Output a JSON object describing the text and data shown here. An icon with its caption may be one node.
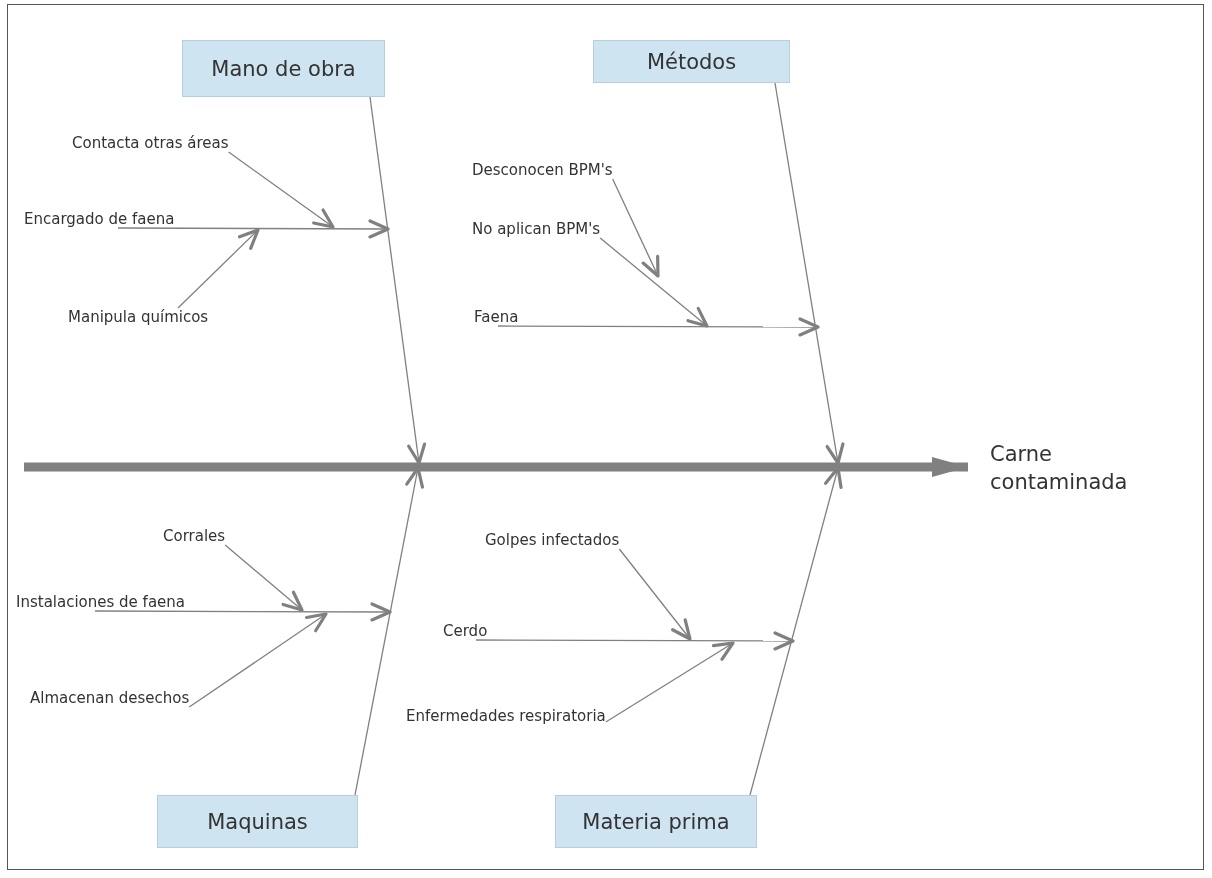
{
  "diagram": {
    "nodes": [
      {
        "text": [
          "Carne contaminada"
        ]
      },
      {
        "text": [
          "Mano de obra"
        ]
      },
      {
        "text": [
          "Métodos"
        ]
      },
      {
        "text": [
          "Maquinas"
        ]
      },
      {
        "text": [
          "Materia prima"
        ]
      },
      {
        "text": [
          "Contacta otras áreas"
        ]
      },
      {
        "text": [
          "Encargado de faena"
        ]
      },
      {
        "text": [
          "Manipula químicos"
        ]
      },
      {
        "text": [
          "Desconocen BPM's"
        ]
      },
      {
        "text": [
          "No aplican BPM's"
        ]
      },
      {
        "text": [
          "Faena"
        ]
      },
      {
        "text": [
          "Corrales"
        ]
      },
      {
        "text": [
          "Instalaciones de faena"
        ]
      },
      {
        "text": [
          "Almacenan desechos"
        ]
      },
      {
        "text": [
          "Golpes infectados"
        ]
      },
      {
        "text": [
          "Cerdo"
        ]
      },
      {
        "text": [
          "Enfermedades respiratoria"
        ]
      }
    ],
    "edges": [
      {
        "from": null,
        "to": 0,
        "arrow": "to",
        "style": "thick"
      },
      {
        "from": 1,
        "to": null,
        "arrow": "to"
      },
      {
        "from": 2,
        "to": null,
        "arrow": "to"
      },
      {
        "from": 3,
        "to": null,
        "arrow": "to"
      },
      {
        "from": 4,
        "to": null,
        "arrow": "to"
      },
      {
        "from": 6,
        "to": null,
        "arrow": "to"
      },
      {
        "from": 5,
        "to": null,
        "arrow": "to"
      },
      {
        "from": 7,
        "to": null,
        "arrow": "to"
      },
      {
        "from": 8,
        "to": null,
        "arrow": "to"
      },
      {
        "from": 9,
        "to": null,
        "arrow": "to"
      },
      {
        "from": 10,
        "to": null,
        "arrow": "to"
      },
      {
        "from": 12,
        "to": null,
        "arrow": "to"
      },
      {
        "from": 11,
        "to": null,
        "arrow": "to"
      },
      {
        "from": 13,
        "to": null,
        "arrow": "to"
      },
      {
        "from": 15,
        "to": null,
        "arrow": "to"
      },
      {
        "from": 14,
        "to": null,
        "arrow": "to"
      },
      {
        "from": 16,
        "to": null,
        "arrow": "to"
      }
    ]
  }
}
